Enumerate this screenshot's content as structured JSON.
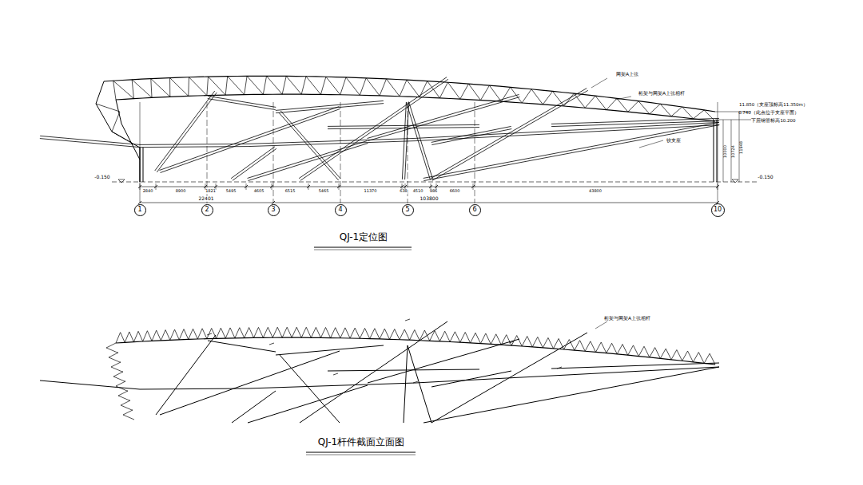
{
  "diagram": {
    "nodes": [
      {
        "text": [
          "1"
        ]
      },
      {
        "text": [
          "2"
        ]
      },
      {
        "text": [
          "3"
        ]
      },
      {
        "text": [
          "4"
        ]
      },
      {
        "text": [
          "5"
        ]
      },
      {
        "text": [
          "6"
        ]
      },
      {
        "text": [
          "10"
        ]
      }
    ],
    "labels": [
      "QJ-1定位图",
      "QJ-1杆件截面立面图",
      "-0.150",
      "-0.150",
      "2840",
      "8900",
      "1821",
      "5495",
      "4605",
      "6515",
      "5465",
      "11370",
      "638",
      "4510",
      "986",
      "6600",
      "43800",
      "22401",
      "103800",
      "网架A上弦",
      "桁架与网架A上弦相杆",
      "11.850（支座顶标高11.350m）",
      "0.740（此点位于支座平面）",
      "下层钢管标高10.200",
      "铰支座",
      "10000",
      "10724",
      "11948",
      "桁架与网架A上弦相杆"
    ]
  }
}
